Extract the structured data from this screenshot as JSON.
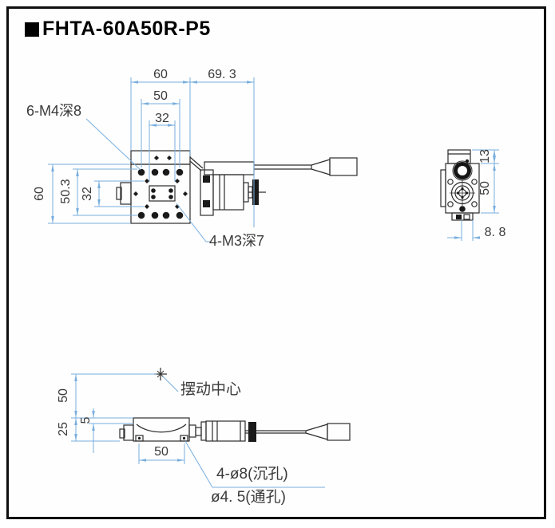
{
  "title": {
    "model": "FHTA-60A50R-P5"
  },
  "colors": {
    "dimension_blue": "#78aede",
    "drawing_line": "#2d2d2d",
    "dim_text": "#3a3a3a"
  },
  "top_view": {
    "dim_top_width": "60",
    "dim_top_length": "69. 3",
    "dim_pitch_50": "50",
    "dim_pitch_32": "32",
    "dim_side_60": "60",
    "dim_side_50_3": "50.3",
    "dim_side_32": "32",
    "label_m4": "6-M4深8",
    "label_m3": "4-M3深7"
  },
  "side_view": {
    "dim_13": "13",
    "dim_50": "50",
    "dim_8_8": "8. 8"
  },
  "front_view": {
    "dim_50_v": "50",
    "dim_25": "25",
    "dim_5": "5",
    "dim_50_h": "50",
    "label_swing": "摆动中心",
    "label_counterbore": "4-ø8(沉孔)",
    "label_through": "ø4. 5(通孔)"
  }
}
